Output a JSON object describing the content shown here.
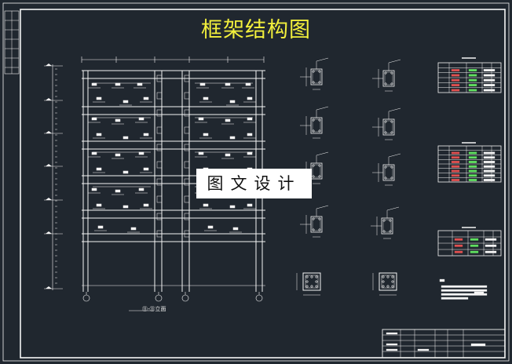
{
  "title": "框架结构图",
  "watermark": "图文设计",
  "elevation_caption": "⑪-⑪立面",
  "colors": {
    "background": "#20272f",
    "linework": "#f5f5f5",
    "title": "#f2ef3c",
    "accent_red": "#e05050",
    "accent_green": "#60e060"
  }
}
